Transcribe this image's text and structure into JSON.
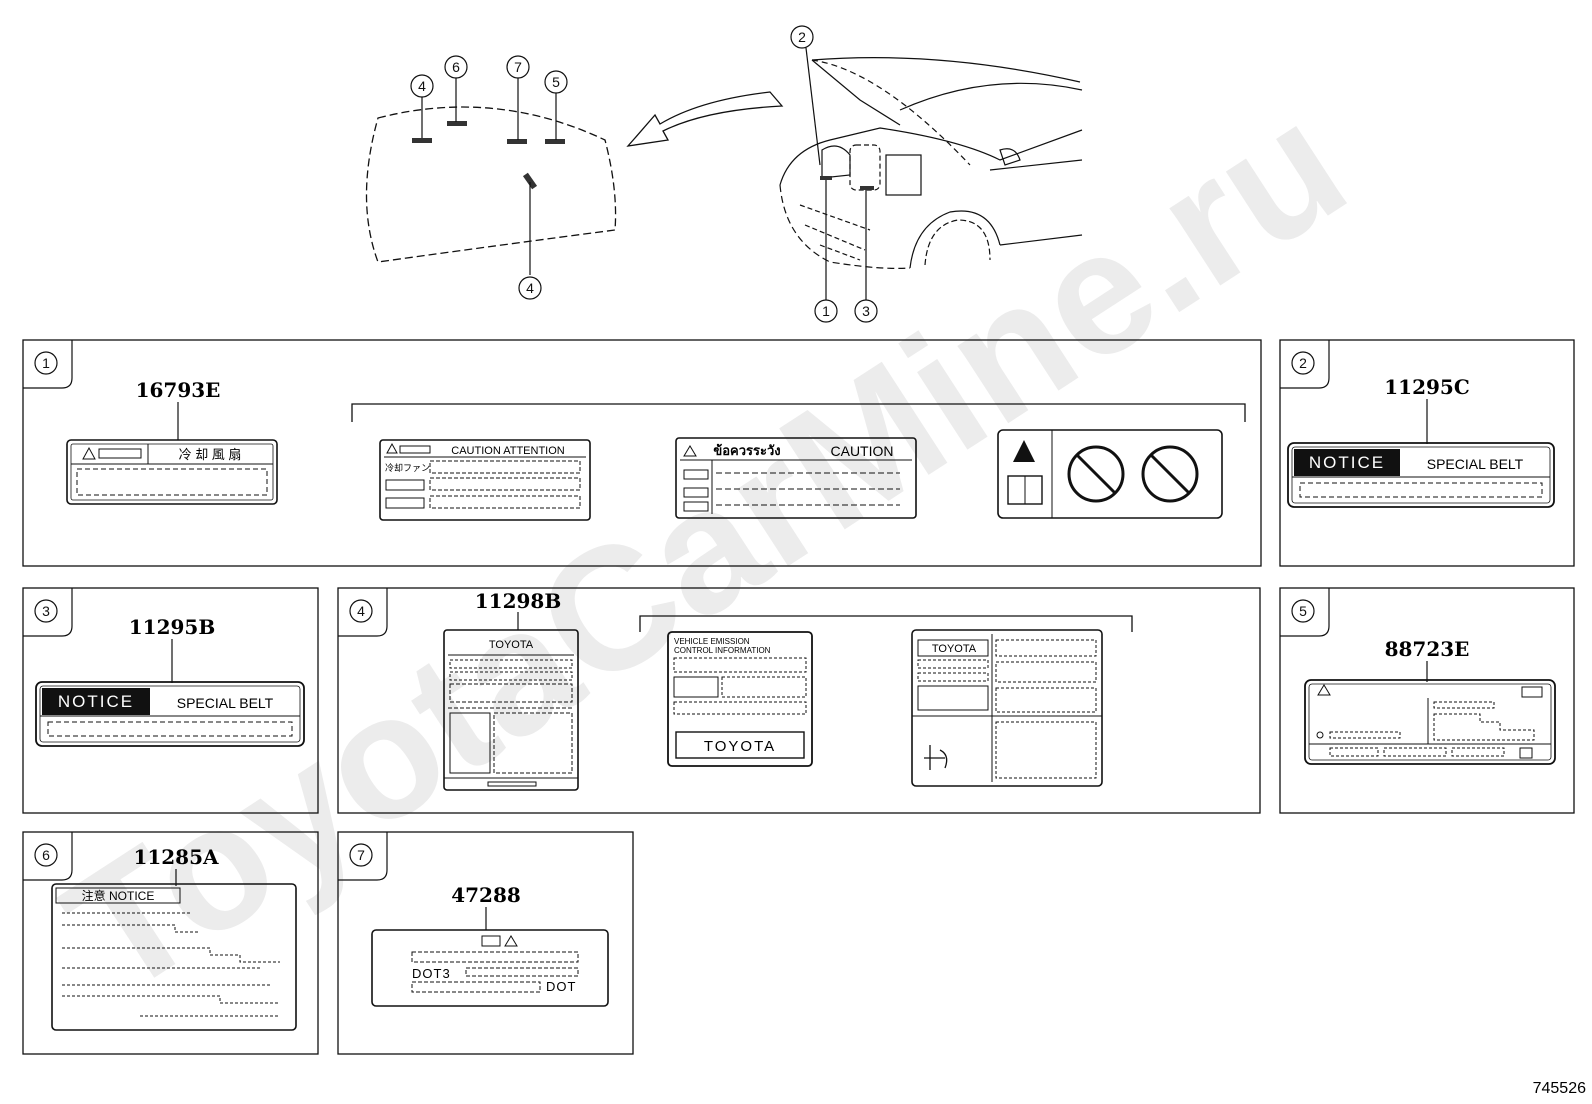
{
  "top": {
    "hood_callouts": [
      "4",
      "6",
      "7",
      "5",
      "4"
    ],
    "car_callouts": [
      "2",
      "1",
      "3"
    ]
  },
  "panels": [
    {
      "id": "1",
      "part": "16793E",
      "labels": {
        "a": {
          "text": "冷 却 風 扇"
        },
        "b": {
          "head": "CAUTION ATTENTION",
          "side": "冷却ファン"
        },
        "c": {
          "thai": "ข้อควรระวัง",
          "head": "CAUTION"
        }
      }
    },
    {
      "id": "2",
      "part": "11295C",
      "notice": "NOTICE",
      "text": "SPECIAL BELT"
    },
    {
      "id": "3",
      "part": "11295B",
      "notice": "NOTICE",
      "text": "SPECIAL BELT"
    },
    {
      "id": "4",
      "part": "11298B",
      "labels": {
        "a": {
          "brand": "TOYOTA"
        },
        "b": {
          "line1": "VEHICLE EMISSION",
          "line2": "CONTROL INFORMATION",
          "brand": "TOYOTA"
        },
        "c": {
          "brand": "TOYOTA"
        }
      }
    },
    {
      "id": "5",
      "part": "88723E"
    },
    {
      "id": "6",
      "part": "11285A",
      "head": "注意 NOTICE"
    },
    {
      "id": "7",
      "part": "47288",
      "dot_left": "DOT3",
      "dot_right": "DOT"
    }
  ],
  "watermark": "ToyotaCarMine.ru",
  "diagram_id": "745526",
  "colors": {
    "line": "#111111",
    "watermark": "#e8e8e8",
    "notice_bg": "#111111"
  }
}
